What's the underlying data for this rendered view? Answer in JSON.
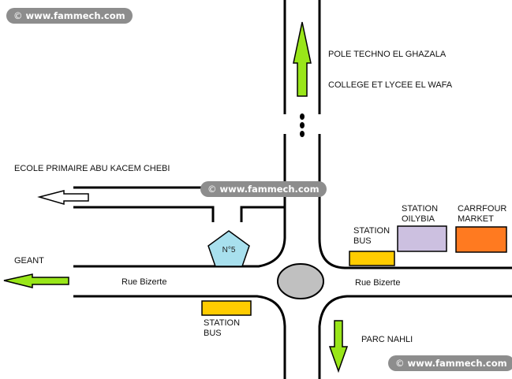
{
  "watermark": {
    "symbol": "©",
    "text": "www.fammech.com"
  },
  "labels": {
    "north_1": "POLE TECHNO EL GHAZALA",
    "north_2": "COLLEGE ET LYCEE EL WAFA",
    "west_upper": "ECOLE PRIMAIRE ABU KACEM CHEBI",
    "west_lower": "GEANT",
    "street_west": "Rue Bizerte",
    "street_east": "Rue Bizerte",
    "south": "PARC NAHLI",
    "station_bus_ne": "STATION\nBUS",
    "station_bus_sw": "STATION\nBUS",
    "station_oilybia": "STATION\nOILYBIA",
    "carrefour": "CARRFOUR\nMARKET",
    "pentagon": "N°5"
  },
  "colors": {
    "arrow_green": "#99e619",
    "bus_yellow": "#ffcc00",
    "oilybia_purple": "#ccc0e0",
    "carrefour_orange": "#ff7a20",
    "roundabout_gray": "#c0c0c0",
    "pentagon_blue": "#a8e0ee",
    "watermark_bg": "#8d8d8d"
  },
  "icons": [
    "arrow-up-icon",
    "arrow-down-icon",
    "arrow-left-icon",
    "continuation-dots-icon"
  ]
}
